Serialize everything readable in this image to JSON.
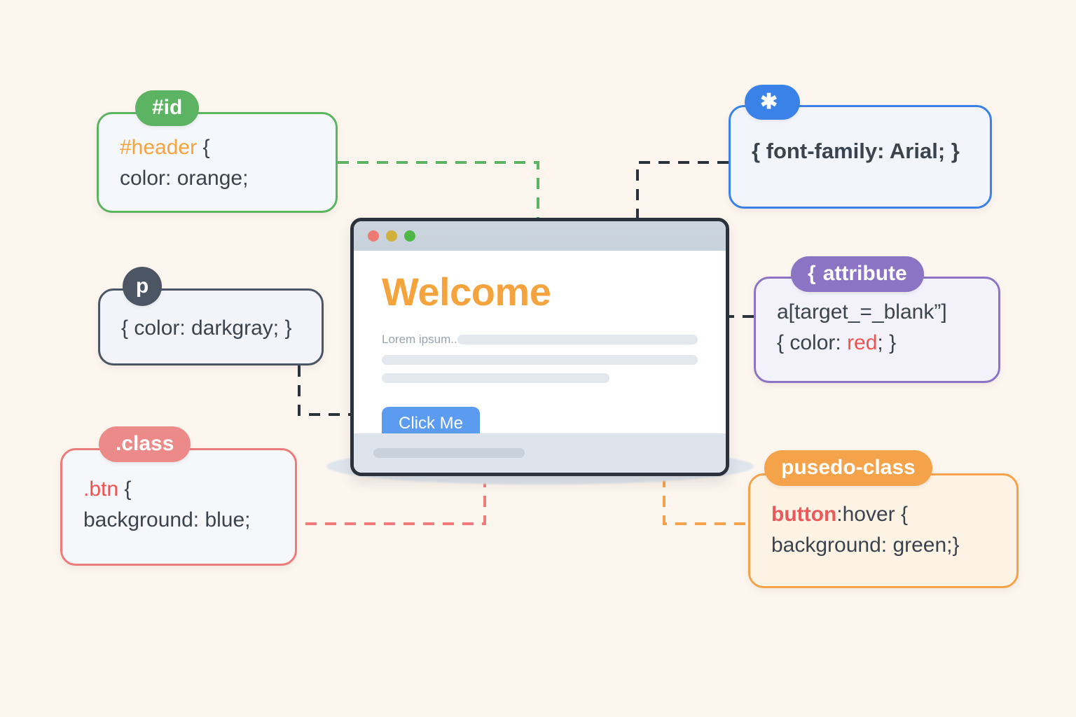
{
  "page": {
    "background": "#fdf6ef",
    "title": "CSS Selectors Infographic"
  },
  "browser": {
    "dots": [
      "red",
      "yellow",
      "green"
    ],
    "heading": "Welcome",
    "paragraph_text": "Lorem ipsum..",
    "button_label": "Click Me",
    "button_color": "#5b9bf0",
    "heading_color": "#f5a33c"
  },
  "cards": {
    "id": {
      "pill_label": "#id",
      "pill_color": "#5cb462",
      "line1_selector": "#header",
      "line1_brace": " {",
      "line2": "color: orange;",
      "selector_color": "#f5a33c"
    },
    "universal": {
      "pill_label": "",
      "pill_glyph": "✱",
      "pill_color": "#3b82e8",
      "line1": "{ font-family: Arial; }"
    },
    "element": {
      "pill_label": "p",
      "pill_color": "#4b5563",
      "line1": "{ color: darkgray; }"
    },
    "attribute": {
      "pill_label": "attribute",
      "pill_glyph": "{",
      "pill_color": "#8b74c4",
      "line1": "a[target_=_blank”]",
      "line2_pre": "{ color: ",
      "line2_value": "red",
      "line2_post": "; }",
      "value_color": "#ef5350"
    },
    "class": {
      "pill_label": ".class",
      "pill_color": "#ec8a8a",
      "line1_selector": ".btn",
      "line1_brace": " {",
      "line2": "background: blue;",
      "selector_color": "#ef5350"
    },
    "pseudo": {
      "pill_label": "pusedo-class",
      "pill_color": "#f5a34a",
      "line1_selector": "button",
      "line1_rest": ":hover {",
      "line2": "background: green;}",
      "selector_color": "#ea5a5a"
    }
  },
  "connectors": [
    {
      "name": "id-to-browser",
      "color": "#5cb462"
    },
    {
      "name": "universal-to-browser",
      "color": "#2b323c"
    },
    {
      "name": "element-to-button",
      "color": "#2b323c"
    },
    {
      "name": "attribute-to-browser",
      "color": "#2b323c"
    },
    {
      "name": "class-to-browser",
      "color": "#ef7b7b"
    },
    {
      "name": "pseudo-to-browser",
      "color": "#f5a34a"
    }
  ]
}
